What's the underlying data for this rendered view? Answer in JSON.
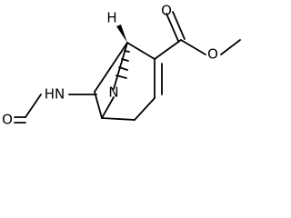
{
  "molecule": {
    "atoms": {
      "o_carbonyl_ester": "O",
      "o_ester_ether": "O",
      "h_stereo": "H",
      "n_formamide": "HN",
      "o_formyl": "O",
      "n_bridge": "N"
    }
  }
}
